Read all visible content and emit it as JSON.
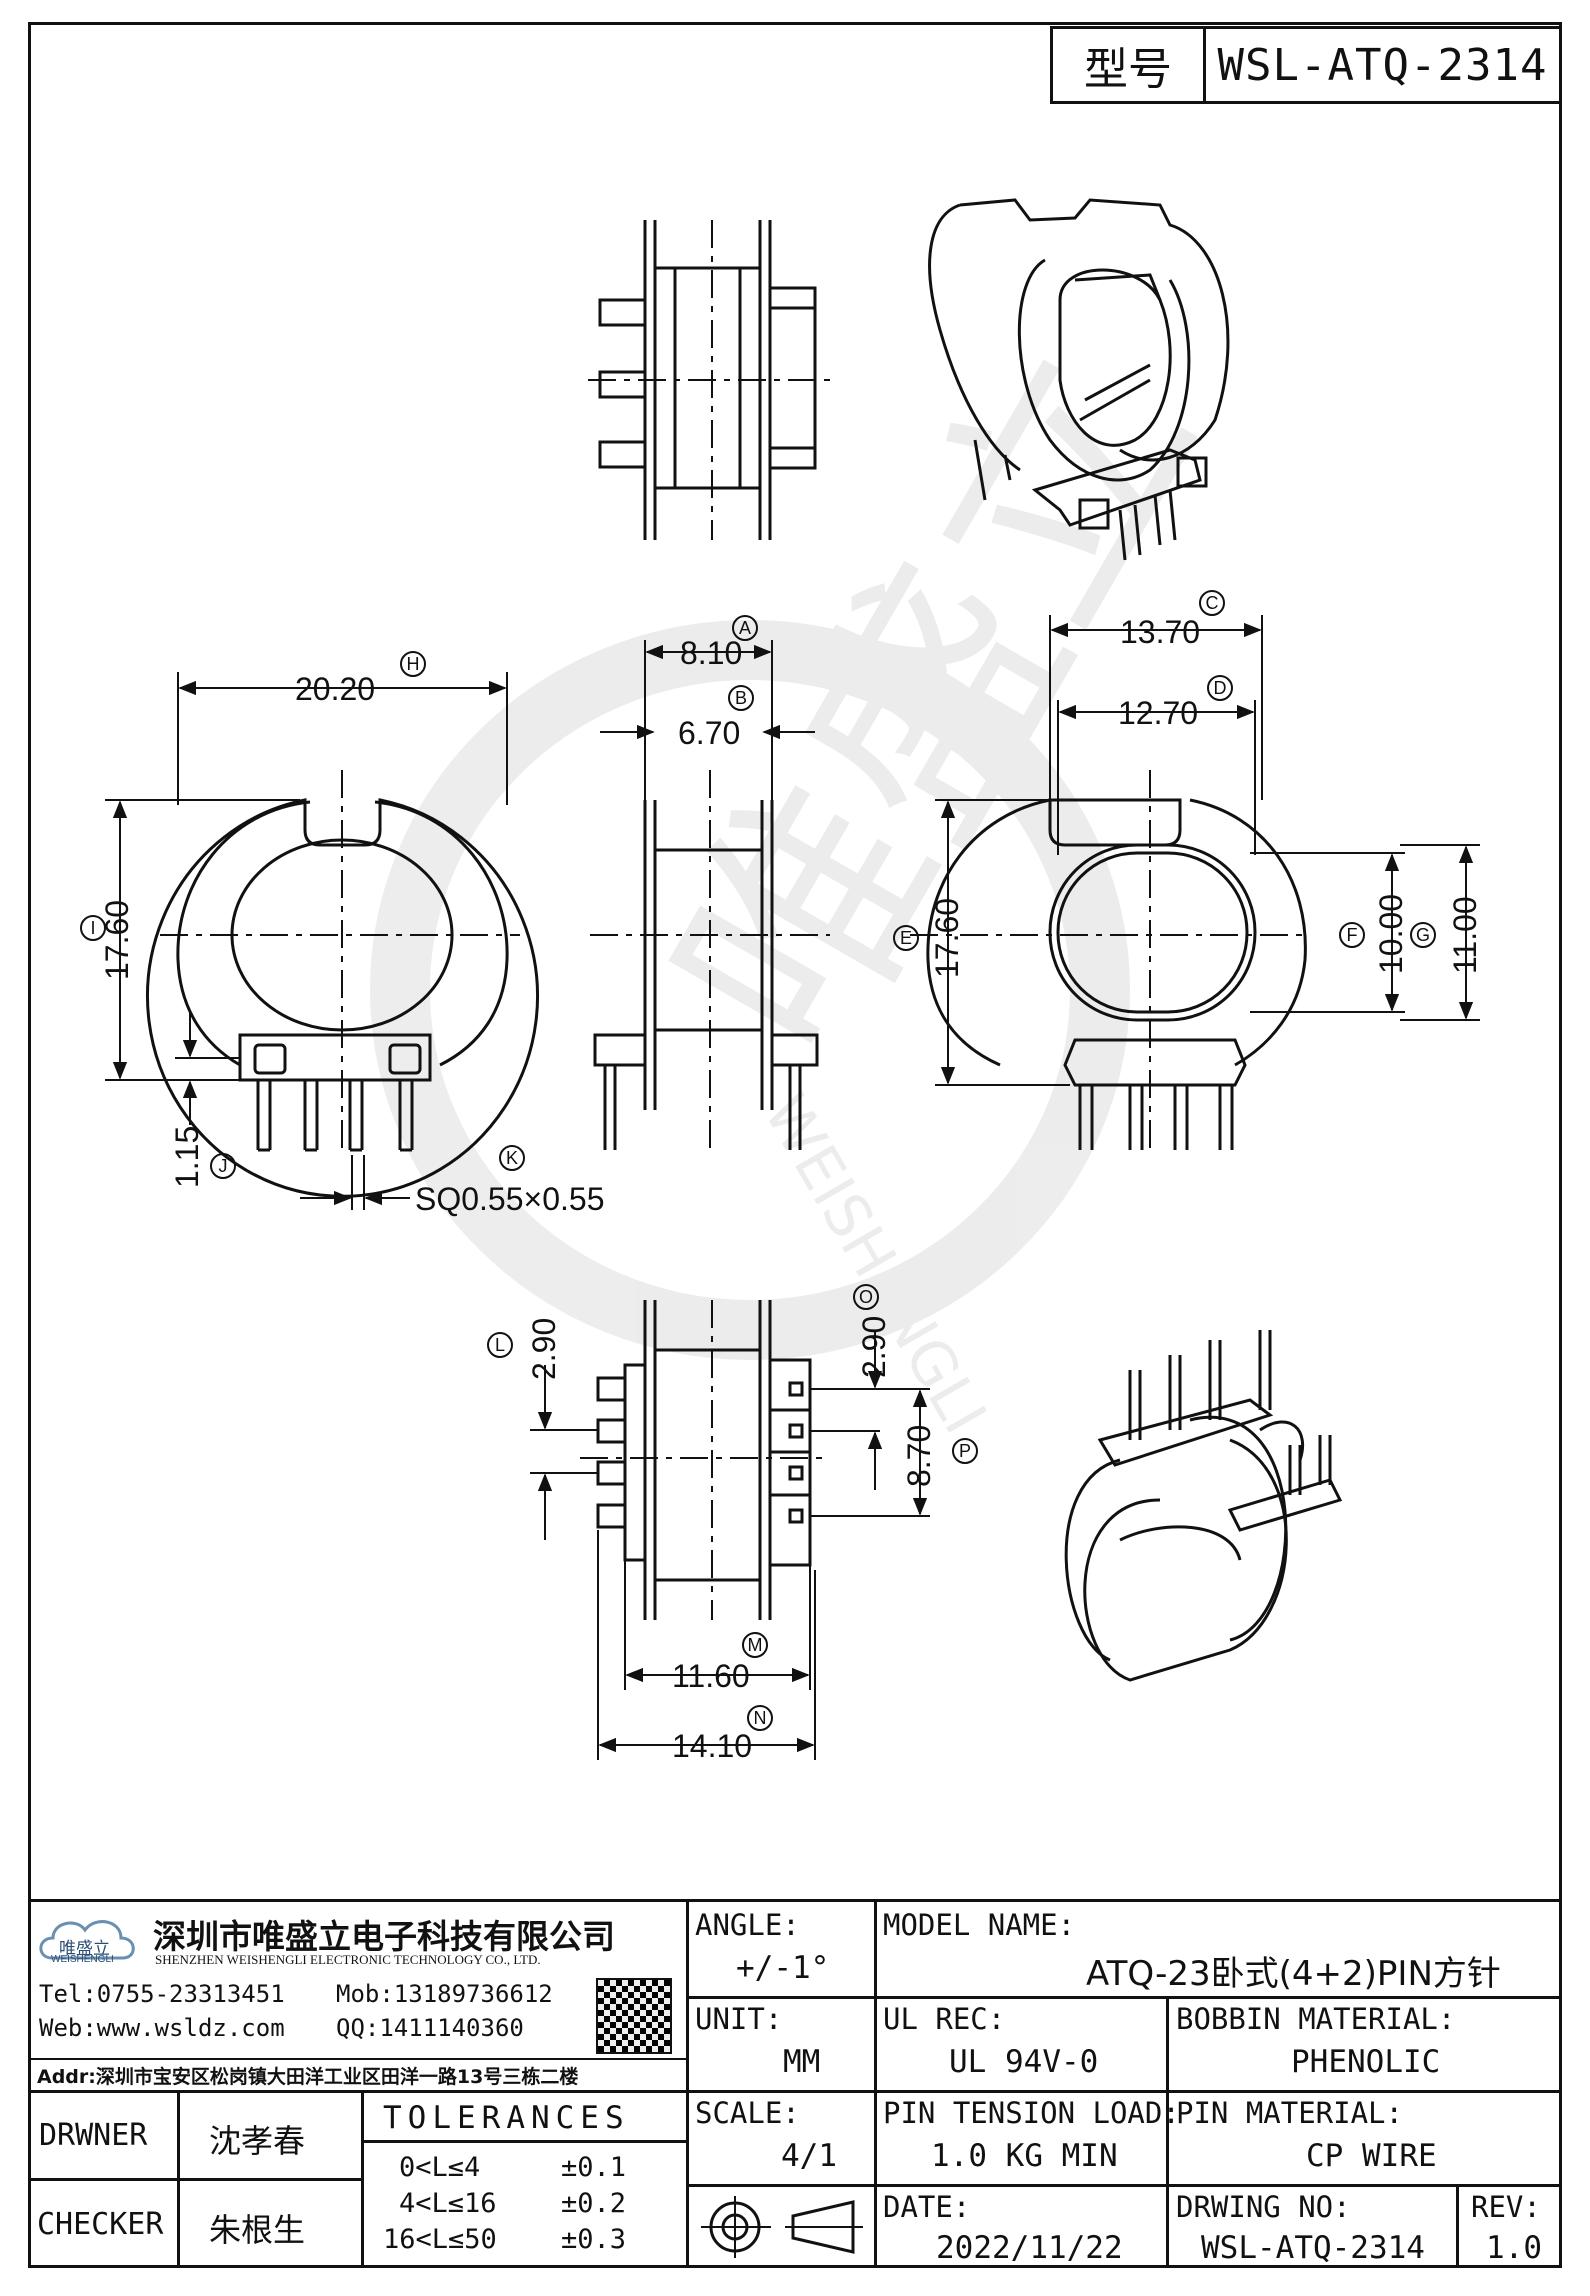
{
  "header": {
    "model_label": "型号",
    "model_value": "WSL-ATQ-2314"
  },
  "watermark": {
    "text": "唯盛立",
    "sub": "WEISHENGLI"
  },
  "dimensions": {
    "H": "20.20",
    "I": "17.60",
    "J": "1.15",
    "K": "SQ0.55×0.55",
    "A": "8.10",
    "B": "6.70",
    "C": "13.70",
    "D": "12.70",
    "E": "17.60",
    "F": "10.00",
    "G": "11.00",
    "L": "2.90",
    "O": "2.90",
    "P": "8.70",
    "M": "11.60",
    "N": "14.10"
  },
  "markers": {
    "H": "H",
    "I": "I",
    "J": "J",
    "K": "K",
    "A": "A",
    "B": "B",
    "C": "C",
    "D": "D",
    "E": "E",
    "F": "F",
    "G": "G",
    "L": "L",
    "O": "O",
    "P": "P",
    "M": "M",
    "N": "N"
  },
  "company": {
    "logo_text": "唯盛立",
    "logo_sub": "WEISHENGLI",
    "name_cn": "深圳市唯盛立电子科技有限公司",
    "name_en": "SHENZHEN WEISHENGLI ELECTRONIC TECHNOLOGY CO., LTD.",
    "tel": "Tel:0755-23313451",
    "mob": "Mob:13189736612",
    "web": "Web:www.wsldz.com",
    "qq": "QQ:1411140360",
    "addr": "Addr:深圳市宝安区松岗镇大田洋工业区田洋一路13号三栋二楼"
  },
  "people": {
    "drawer_label": "DRWNER",
    "drawer": "沈孝春",
    "checker_label": "CHECKER",
    "checker": "朱根生"
  },
  "tolerances": {
    "title": "TOLERANCES",
    "rows": [
      {
        "range": "0<L≤4",
        "tol": "±0.1"
      },
      {
        "range": "4<L≤16",
        "tol": "±0.2"
      },
      {
        "range": "16<L≤50",
        "tol": "±0.3"
      }
    ]
  },
  "fields": {
    "angle_label": "ANGLE:",
    "angle": "+/-1°",
    "unit_label": "UNIT:",
    "unit": "MM",
    "scale_label": "SCALE:",
    "scale": "4/1",
    "model_name_label": "MODEL NAME:",
    "model_name": "ATQ-23卧式(4+2)PIN方针",
    "ul_label": "UL REC:",
    "ul": "UL 94V-0",
    "bobbin_label": "BOBBIN MATERIAL:",
    "bobbin": "PHENOLIC",
    "pin_tension_label": "PIN TENSION LOAD:",
    "pin_tension": "1.0 KG MIN",
    "pin_material_label": "PIN MATERIAL:",
    "pin_material": "CP WIRE",
    "date_label": "DATE:",
    "date": "2022/11/22",
    "drawing_no_label": "DRWING NO:",
    "drawing_no": "WSL-ATQ-2314",
    "rev_label": "REV:",
    "rev": "1.0"
  }
}
